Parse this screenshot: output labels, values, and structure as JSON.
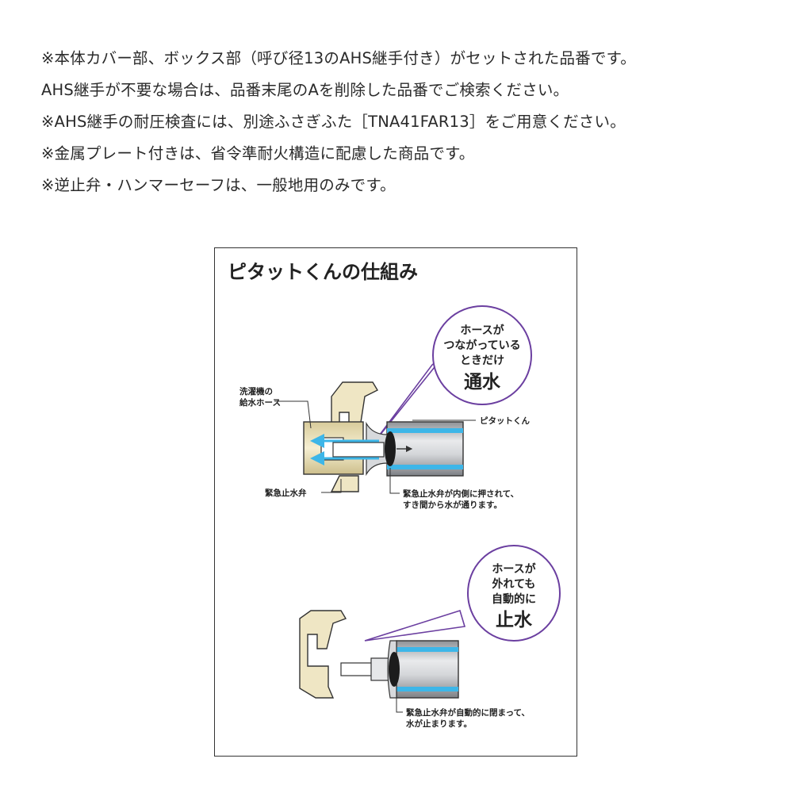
{
  "notes": [
    "※本体カバー部、ボックス部（呼び径13のAHS継手付き）がセットされた品番です。",
    "AHS継手が不要な場合は、品番末尾のAを削除した品番でご検索ください。",
    "※AHS継手の耐圧検査には、別途ふさぎふた［TNA41FAR13］をご用意ください。",
    "※金属プレート付きは、省令準耐火構造に配慮した商品です。",
    "※逆止弁・ハンマーセーフは、一般地用のみです。"
  ],
  "diagram": {
    "title": "ピタットくんの仕組み",
    "bubble1": {
      "lines": [
        "ホースが",
        "つながっている",
        "ときだけ"
      ],
      "emph": "通水"
    },
    "bubble2": {
      "lines": [
        "ホースが",
        "外れても",
        "自動的に"
      ],
      "emph": "止水"
    },
    "label_hose": [
      "洗濯機の",
      "給水ホース"
    ],
    "label_pitatto": "ピタットくん",
    "label_valve": "緊急止水弁",
    "caption1": [
      "緊急止水弁が内側に押されて、",
      "すき間から水が通ります。"
    ],
    "caption2": [
      "緊急止水弁が自動的に閉まって、",
      "水が止まります。"
    ],
    "colors": {
      "accent": "#6b3fa0",
      "water": "#3db6e8",
      "body": "#efe6c4",
      "metal": "#b9bcc0"
    }
  }
}
